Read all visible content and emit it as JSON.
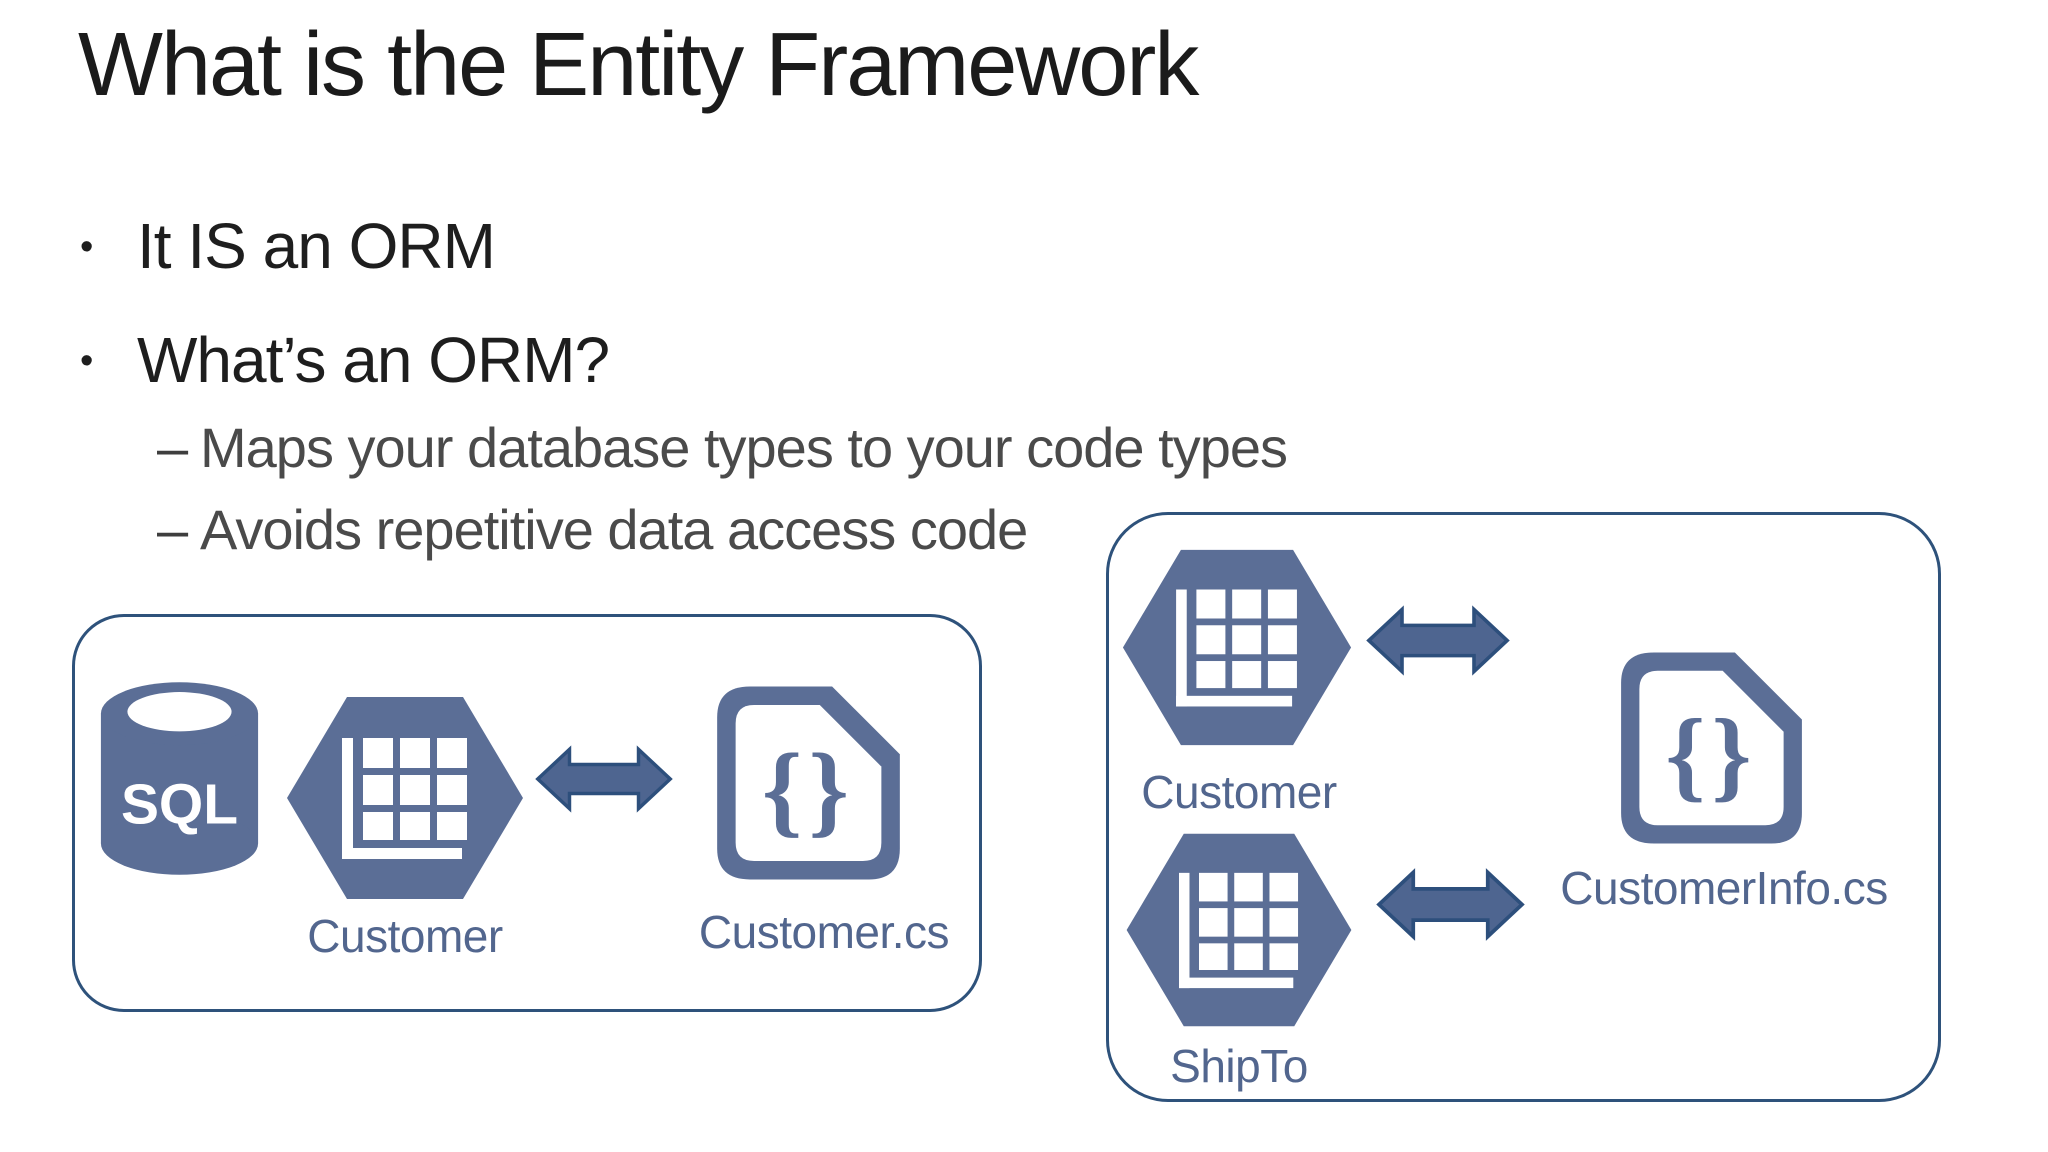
{
  "slide": {
    "title": "What is the Entity Framework",
    "bullets": {
      "b1": {
        "marker": "•",
        "text": "It IS an ORM"
      },
      "b2": {
        "marker": "•",
        "text": "What’s an ORM?"
      },
      "s1": {
        "marker": "–",
        "text": "Maps your database types to your code types"
      },
      "s2": {
        "marker": "–",
        "text": "Avoids repetitive data access code"
      }
    }
  },
  "diagram": {
    "left_box": {
      "database_label": "SQL",
      "table_label": "Customer",
      "code_file_label": "Customer.cs"
    },
    "right_box": {
      "table_top_label": "Customer",
      "table_bottom_label": "ShipTo",
      "code_file_label": "CustomerInfo.cs"
    }
  },
  "icons": {
    "code_braces_glyph": "{}"
  },
  "colors": {
    "background": "#ffffff",
    "icon_slate": "#5b6e96",
    "arrow_fill": "#4e6590",
    "arrow_stroke": "#2d4f7c",
    "box_border": "#2e527b",
    "label_text": "#52668e",
    "heading_text": "#1b1b1b",
    "body_text": "#1e1e1e",
    "sub_bullet_text": "#4a4a4a"
  }
}
